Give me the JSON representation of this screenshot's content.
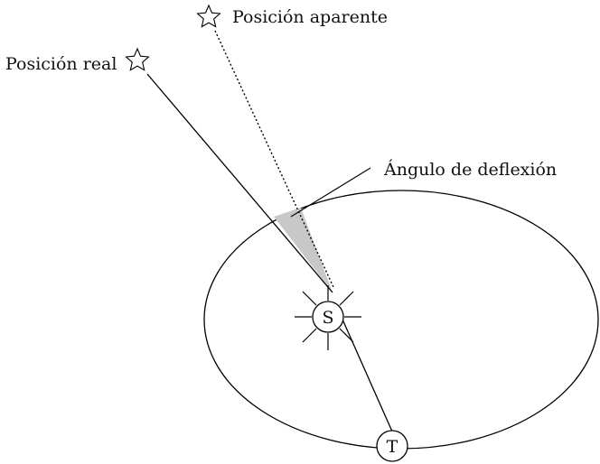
{
  "labels": {
    "apparent_position": "Posición aparente",
    "real_position": "Posición real",
    "deflection_angle": "Ángulo de deflexión",
    "sun": "S",
    "earth": "T"
  },
  "colors": {
    "stroke": "#000000",
    "wedge_fill": "#c8c8c8",
    "background": "#ffffff"
  },
  "icons": {
    "apparent_star": "star-outline",
    "real_star": "star-outline",
    "sun_rays": "sun-rays"
  }
}
